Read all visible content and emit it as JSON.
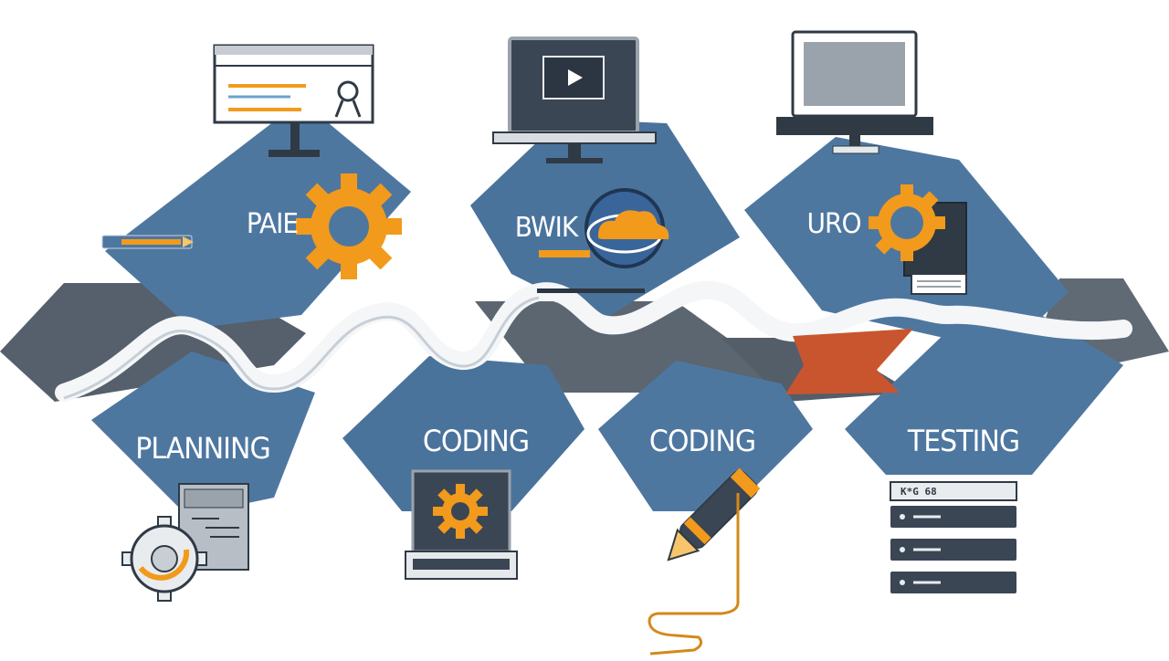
{
  "diagram": {
    "colors": {
      "tile_blue": "#4e77a0",
      "tile_dark": "#3f6690",
      "ribbon_gray": "#55606c",
      "flow_white": "#f4f6f8",
      "accent_orange": "#f29a1c",
      "accent_red": "#c9552f",
      "device_dark": "#3b4654",
      "device_frame": "#9aa3ab"
    },
    "upper_stages": [
      {
        "label": "PAIE",
        "icon": "gear-icon"
      },
      {
        "label": "BWIK",
        "icon": "cloud-globe-icon"
      },
      {
        "label": "URO",
        "icon": "gear-document-icon"
      }
    ],
    "lower_stages": [
      {
        "label": "PLANNING",
        "icon": "gear-document-icon"
      },
      {
        "label": "CODING",
        "icon": "laptop-gear-icon"
      },
      {
        "label": "CODING",
        "icon": "pen-icon"
      },
      {
        "label": "TESTING",
        "icon": "server-rack-icon"
      }
    ],
    "devices": [
      {
        "icon": "monitor-chart-icon"
      },
      {
        "icon": "laptop-play-icon"
      },
      {
        "icon": "laptop-screen-icon"
      }
    ],
    "server_text": "K*G 68"
  }
}
